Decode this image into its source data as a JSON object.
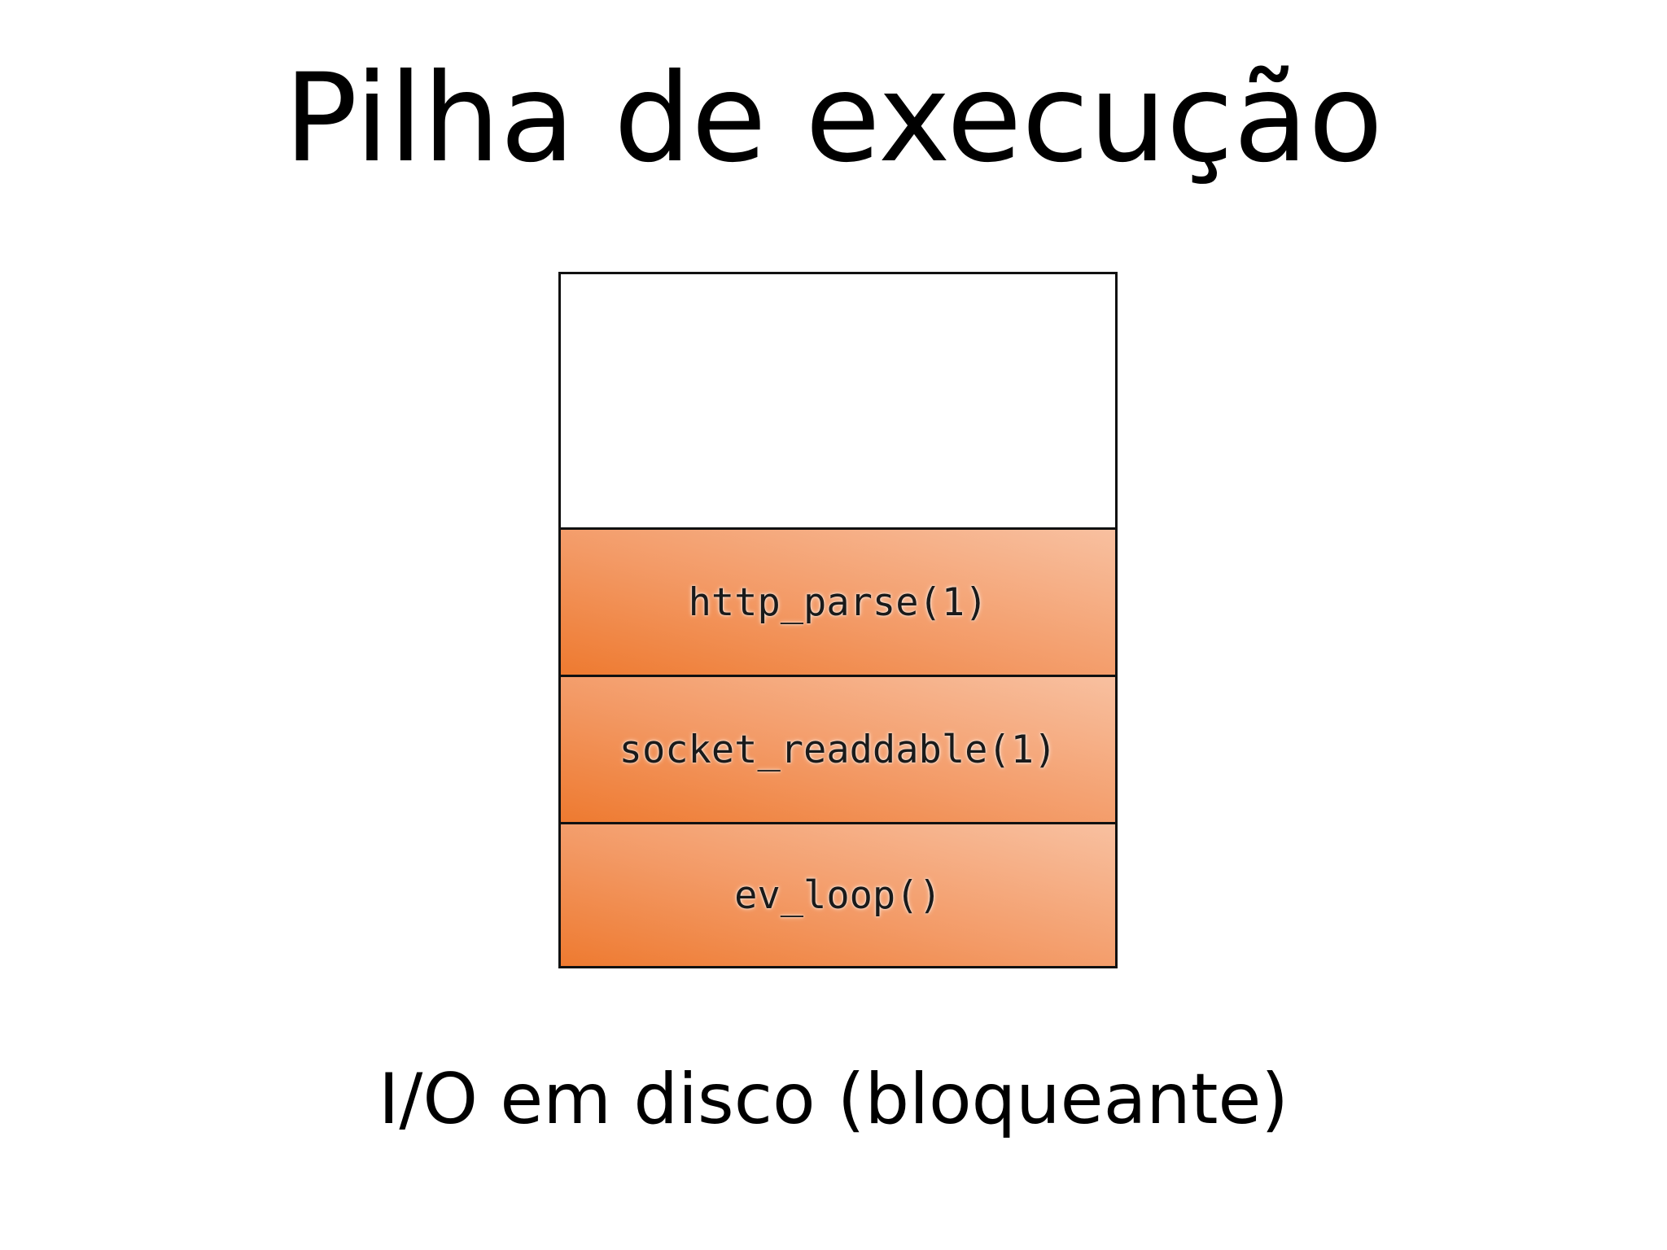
{
  "slide": {
    "title": "Pilha de execução",
    "caption": "I/O em disco (bloqueante)"
  },
  "stack": {
    "frames": [
      {
        "label": "http_parse(1)"
      },
      {
        "label": "socket_readdable(1)"
      },
      {
        "label": "ev_loop()"
      }
    ],
    "colors": {
      "frame_dark": "#ee7a30",
      "frame_light": "#f8c0a0",
      "border": "#111111"
    }
  }
}
